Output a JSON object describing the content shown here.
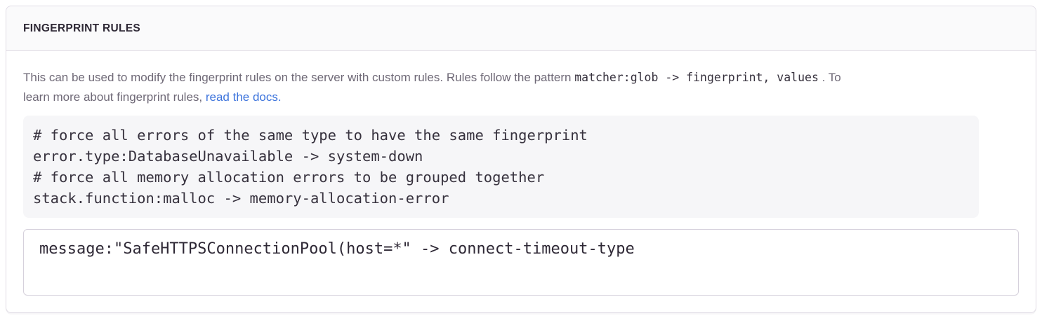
{
  "panel": {
    "header_title": "FINGERPRINT RULES",
    "description": {
      "text_before_code": "This can be used to modify the fingerprint rules on the server with custom rules. Rules follow the pattern ",
      "inline_code": "matcher:glob -> fingerprint, values",
      "text_after_code": " . To",
      "text_line2": "learn more about fingerprint rules, ",
      "link_text": "read the docs."
    },
    "example_code": "# force all errors of the same type to have the same fingerprint\nerror.type:DatabaseUnavailable -> system-down\n# force all memory allocation errors to be grouped together\nstack.function:malloc -> memory-allocation-error",
    "rules_input": {
      "value": "message:\"SafeHTTPSConnectionPool(host=*\" -> connect-timeout-type"
    }
  },
  "colors": {
    "header_background": "#fafafb",
    "header_text": "#2f2936",
    "panel_border": "#e0dce5",
    "body_text": "#6e6876",
    "code_text": "#37323e",
    "code_background": "#f6f6f8",
    "link": "#3c73dc",
    "textarea_border": "#d6d1dc"
  }
}
